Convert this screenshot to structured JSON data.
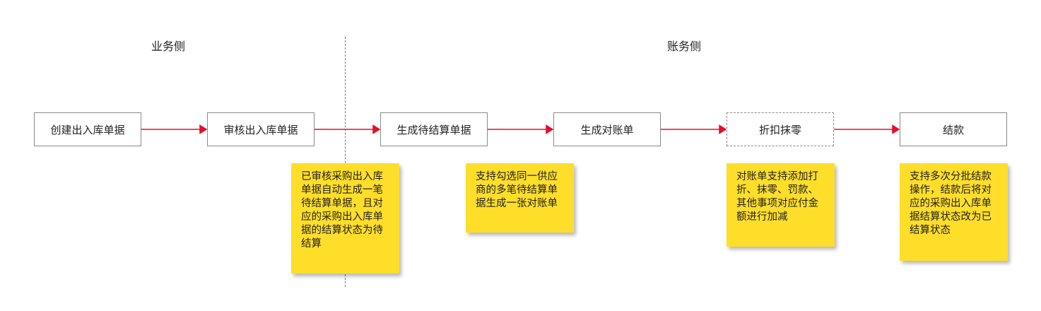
{
  "lanes": {
    "business": "业务侧",
    "finance": "账务侧"
  },
  "steps": [
    {
      "label": "创建出入库单据",
      "dashed": false
    },
    {
      "label": "审核出入库单据",
      "dashed": false
    },
    {
      "label": "生成待结算单据",
      "dashed": false
    },
    {
      "label": "生成对账单",
      "dashed": false
    },
    {
      "label": "折扣抹零",
      "dashed": true
    },
    {
      "label": "结款",
      "dashed": false
    }
  ],
  "notes": [
    "已审核采购出入库单据自动生成一笔待结算单据，且对应的采购出入库单据的结算状态为待结算",
    "支持勾选同一供应商的多笔待结算单据生成一张对账单",
    "对账单支持添加打折、抹零、罚款、其他事项对应付金额进行加减",
    "支持多次分批结款操作，结款后将对应的采购出入库单据结算状态改为已结算状态"
  ],
  "colors": {
    "arrow": "#e0112b",
    "note_bg": "#ffde2a",
    "box_border": "#8a8a8a",
    "divider": "#777777"
  }
}
